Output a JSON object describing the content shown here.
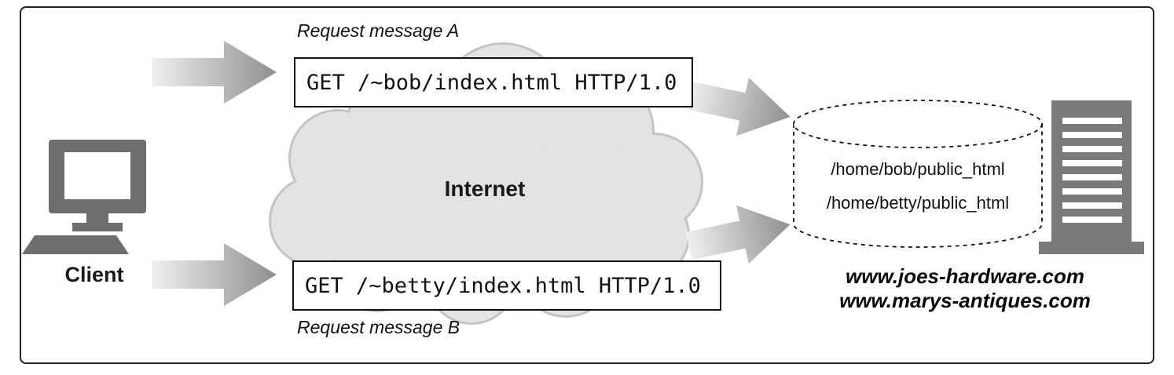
{
  "diagram": {
    "client_label": "Client",
    "cloud_label": "Internet",
    "request_a": {
      "caption": "Request message A",
      "message": "GET /~bob/index.html HTTP/1.0"
    },
    "request_b": {
      "caption": "Request message B",
      "message": "GET /~betty/index.html HTTP/1.0"
    },
    "docroots": {
      "line1": "/home/bob/public_html",
      "line2": "/home/betty/public_html"
    },
    "hostnames": {
      "line1": "www.joes-hardware.com",
      "line2": "www.marys-antiques.com"
    },
    "colors": {
      "arrow_gradient_start": "#efefef",
      "arrow_gradient_end": "#8f8f8f",
      "cloud_fill": "#e3e3e3",
      "cloud_outline": "#c4c4c4",
      "icon_gray": "#6e6e6e",
      "server_gray": "#7a7a7a",
      "box_border": "#111111",
      "frame_border": "#222222"
    },
    "icons": {
      "client": "desktop-computer-icon",
      "server": "server-tower-icon",
      "storage": "dashed-cylinder-disk-icon",
      "network": "cloud-icon",
      "flow": "block-arrow-icon"
    }
  }
}
